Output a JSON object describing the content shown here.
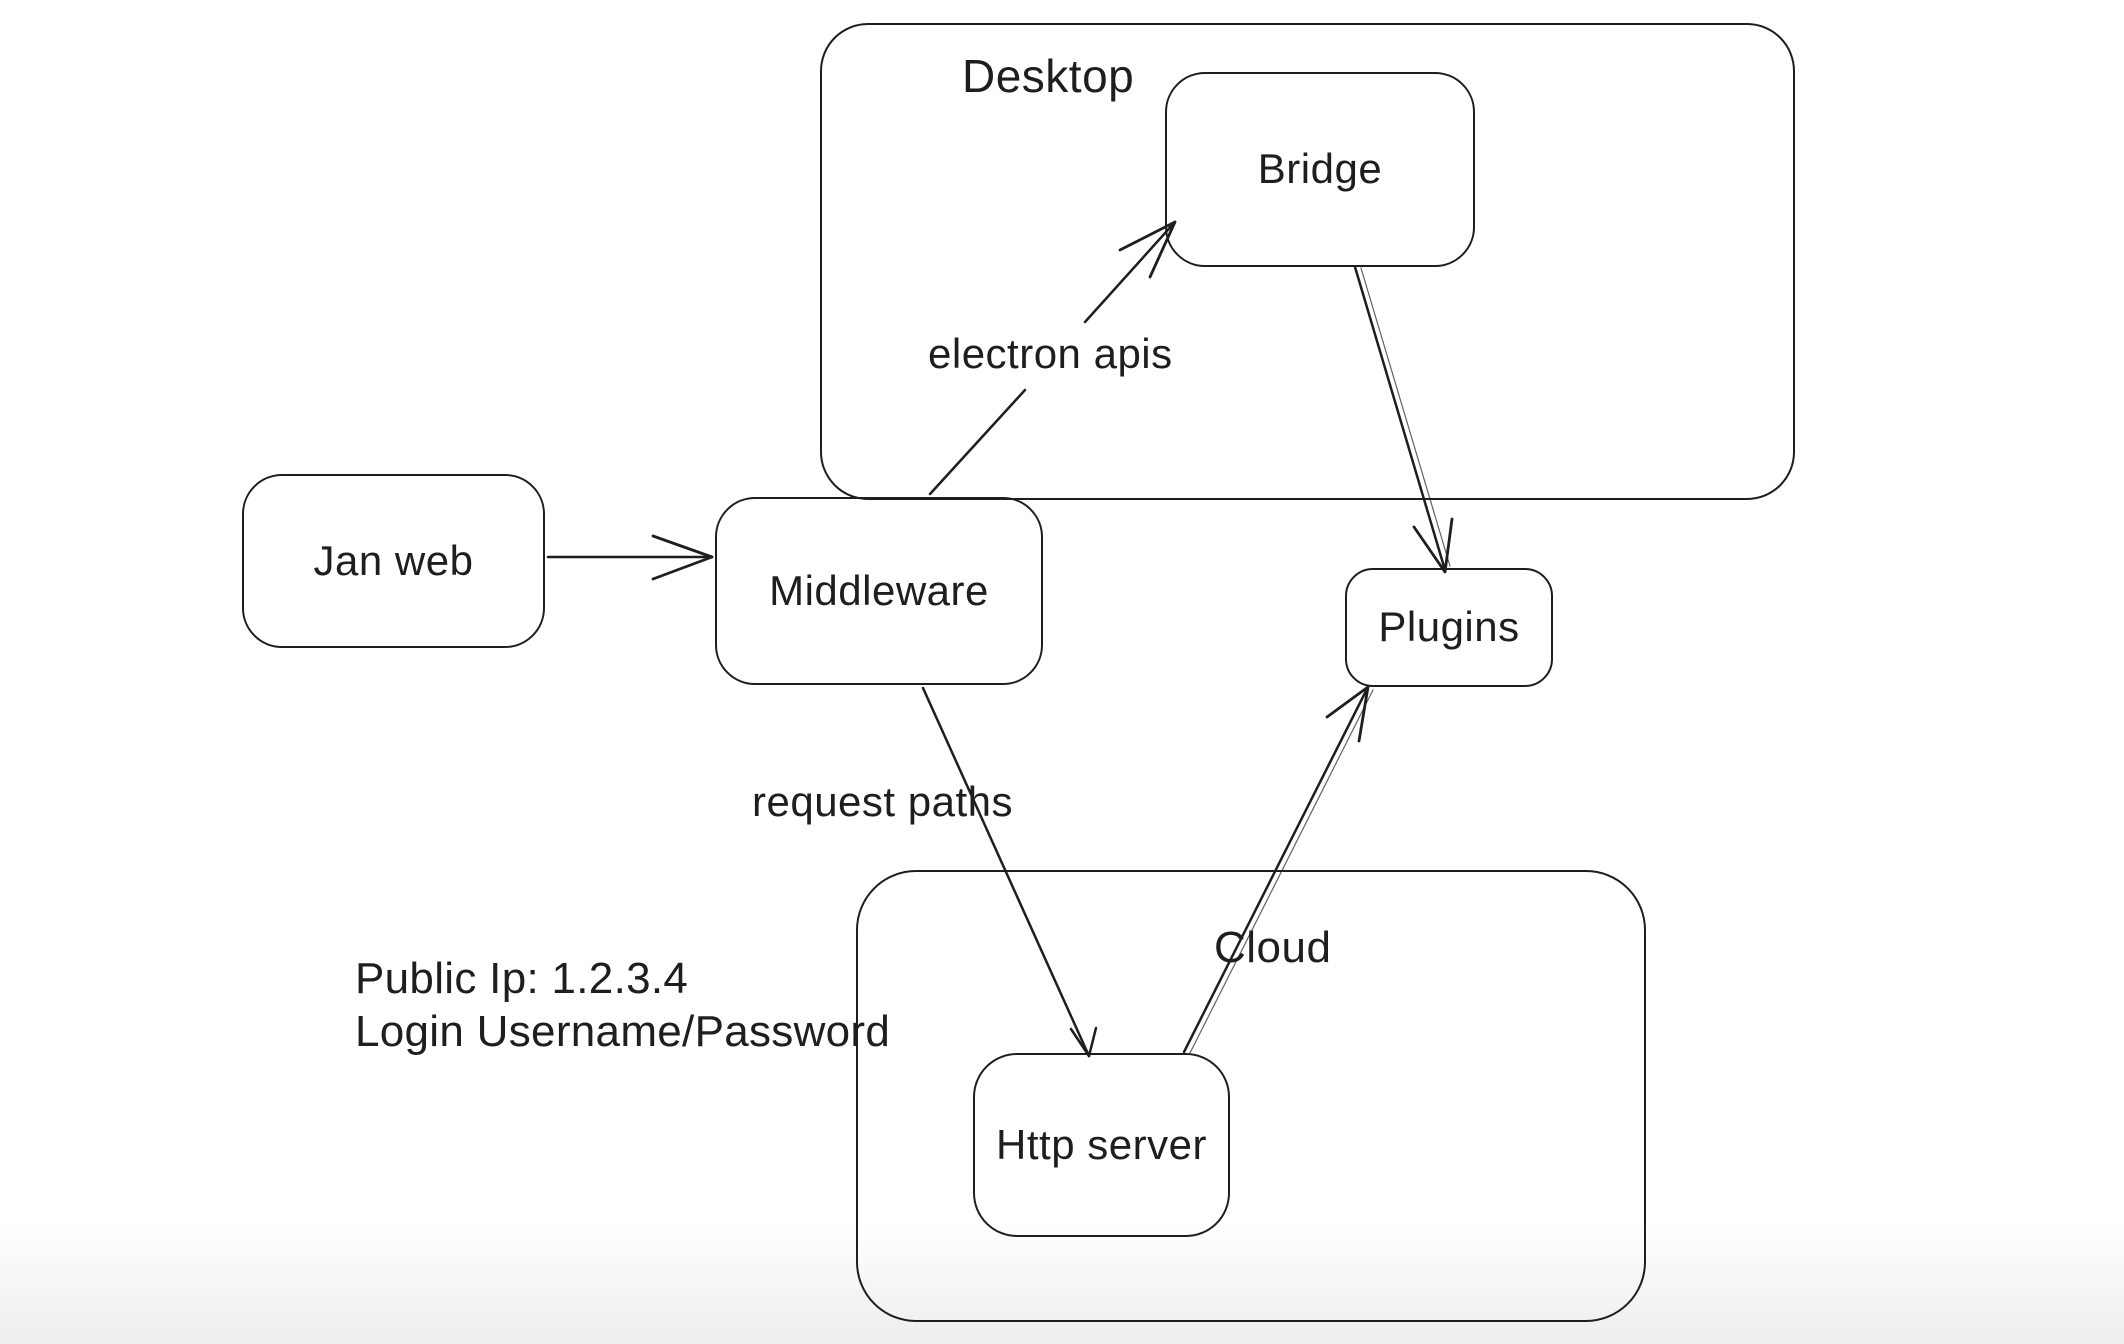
{
  "app": {
    "background_color": "#ffffff",
    "stroke_color": "#1e1e1e"
  },
  "diagram": {
    "containers": [
      {
        "id": "desktop",
        "label": "Desktop"
      },
      {
        "id": "cloud",
        "label": "Cloud"
      }
    ],
    "nodes": [
      {
        "id": "jan-web",
        "label": "Jan web"
      },
      {
        "id": "middleware",
        "label": "Middleware"
      },
      {
        "id": "bridge",
        "label": "Bridge"
      },
      {
        "id": "plugins",
        "label": "Plugins"
      },
      {
        "id": "http-server",
        "label": "Http server"
      }
    ],
    "edges": [
      {
        "from": "jan-web",
        "to": "middleware",
        "label": ""
      },
      {
        "from": "middleware",
        "to": "bridge",
        "label": "electron apis"
      },
      {
        "from": "bridge",
        "to": "plugins",
        "label": ""
      },
      {
        "from": "middleware",
        "to": "http-server",
        "label": "request paths"
      },
      {
        "from": "http-server",
        "to": "plugins",
        "label": ""
      }
    ],
    "edge_labels": {
      "electron_apis": "electron apis",
      "request_paths": "request paths"
    },
    "annotations": [
      "Public Ip: 1.2.3.4",
      "Login Username/Password"
    ]
  }
}
